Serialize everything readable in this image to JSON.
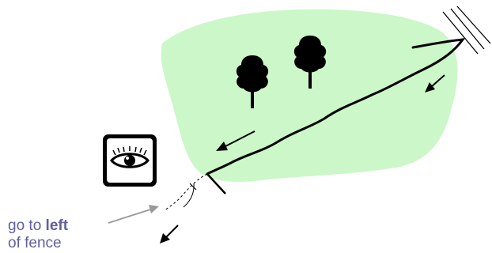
{
  "colors": {
    "field": "#ccf7c8",
    "path": "#000000",
    "caption_text": "#5f5fa0",
    "pointer_arrow": "#999999"
  },
  "icons": [
    "eye-viewpoint-icon",
    "deciduous-tree-icon",
    "direction-arrow-icon",
    "stile-icon"
  ],
  "caption": {
    "line1_prefix": "go to ",
    "line1_emph": "left",
    "line2": "of fence"
  }
}
